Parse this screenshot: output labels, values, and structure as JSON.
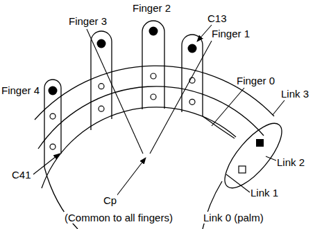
{
  "diagram": {
    "labels": [
      "Finger 2",
      "Finger 3",
      "C13",
      "Finger 1",
      "Finger 4",
      "Finger 0",
      "Link 3",
      "Link 2",
      "C41",
      "Link 1",
      "Cp",
      "(Common to all fingers)",
      "Link 0 (palm)"
    ]
  }
}
